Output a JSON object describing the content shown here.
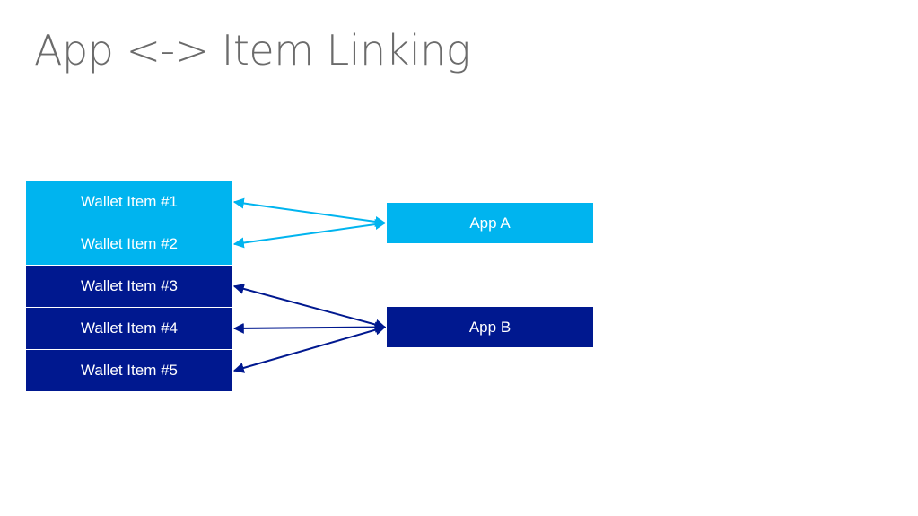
{
  "title": "App <-> Item Linking",
  "colors": {
    "light": "#00b4ef",
    "dark": "#00188f",
    "title": "#6b6b6b"
  },
  "wallet_items": [
    {
      "label": "Wallet Item #1",
      "group": "light"
    },
    {
      "label": "Wallet Item #2",
      "group": "light"
    },
    {
      "label": "Wallet Item #3",
      "group": "dark"
    },
    {
      "label": "Wallet Item #4",
      "group": "dark"
    },
    {
      "label": "Wallet Item #5",
      "group": "dark"
    }
  ],
  "apps": [
    {
      "label": "App A",
      "group": "light"
    },
    {
      "label": "App B",
      "group": "dark"
    }
  ],
  "links": [
    {
      "app": 0,
      "item": 0
    },
    {
      "app": 0,
      "item": 1
    },
    {
      "app": 1,
      "item": 2
    },
    {
      "app": 1,
      "item": 3
    },
    {
      "app": 1,
      "item": 4
    }
  ]
}
